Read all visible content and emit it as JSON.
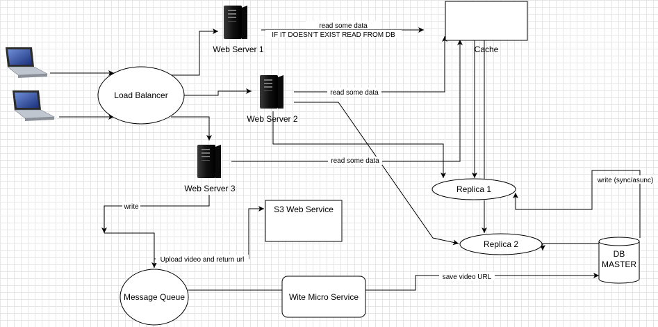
{
  "nodes": {
    "web_server_1": "Web Server 1",
    "web_server_2": "Web Server 2",
    "web_server_3": "Web Server 3",
    "load_balancer": "Load Balancer",
    "cache": "Cache",
    "replica_1": "Replica 1",
    "replica_2": "Replica 2",
    "db_master_line1": "DB",
    "db_master_line2": "MASTER",
    "s3_web_service": "S3 Web Service",
    "message_queue": "Message Queue",
    "wite_micro_service": "Wite Micro Service"
  },
  "edge_labels": {
    "ws1_read_line1": "read some data",
    "ws1_read_line2": "IF IT DOESN'T EXIST READ FROM DB",
    "ws2_read": "read some data",
    "ws3_read": "read some data",
    "write": "write",
    "write_sync": "write (sync/asunc)",
    "upload": "Upload video and return url",
    "save_url": "save video URL"
  },
  "icons": [
    "laptop-icon",
    "laptop-icon",
    "server-icon",
    "server-icon",
    "server-icon"
  ]
}
